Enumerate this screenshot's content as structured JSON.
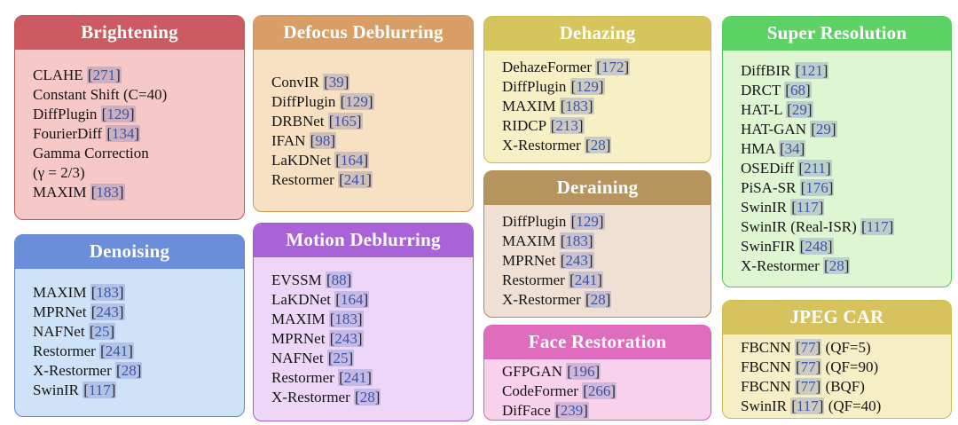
{
  "figure": {
    "background": "#ffffff"
  },
  "link_style": {
    "bracket_open": "[",
    "bracket_close": "]",
    "number_color": "#3b55a5",
    "highlight_color": "rgba(108,118,181,0.30)"
  },
  "boxes": [
    {
      "id": "brightening",
      "title": "Brightening",
      "colors": {
        "header": "#cb5b61",
        "body": "#f6c8c8",
        "border": "#c25158"
      },
      "items": [
        {
          "pre": "CLAHE ",
          "cite": "271",
          "post": ""
        },
        {
          "pre": "Constant Shift (C=40)",
          "cite": "",
          "post": ""
        },
        {
          "pre": "DiffPlugin ",
          "cite": "129",
          "post": ""
        },
        {
          "pre": "FourierDiff ",
          "cite": "134",
          "post": ""
        },
        {
          "pre": "Gamma Correction",
          "cite": "",
          "post": ""
        },
        {
          "pre": "(γ = 2/3)",
          "cite": "",
          "post": ""
        },
        {
          "pre": "MAXIM ",
          "cite": "183",
          "post": ""
        }
      ]
    },
    {
      "id": "denoising",
      "title": "Denoising",
      "colors": {
        "header": "#6a8ed9",
        "body": "#cfe3f8",
        "border": "#5f84d2"
      },
      "items": [
        {
          "pre": "MAXIM ",
          "cite": "183",
          "post": ""
        },
        {
          "pre": "MPRNet ",
          "cite": "243",
          "post": ""
        },
        {
          "pre": "NAFNet ",
          "cite": "25",
          "post": ""
        },
        {
          "pre": "Restormer ",
          "cite": "241",
          "post": ""
        },
        {
          "pre": "X-Restormer ",
          "cite": "28",
          "post": ""
        },
        {
          "pre": "SwinIR ",
          "cite": "117",
          "post": ""
        }
      ]
    },
    {
      "id": "defocus-deblurring",
      "title": "Defocus Deblurring",
      "colors": {
        "header": "#d99d66",
        "body": "#f8e0c3",
        "border": "#d2945c"
      },
      "items": [
        {
          "pre": "ConvIR ",
          "cite": "39",
          "post": ""
        },
        {
          "pre": "DiffPlugin ",
          "cite": "129",
          "post": ""
        },
        {
          "pre": "DRBNet ",
          "cite": "165",
          "post": ""
        },
        {
          "pre": "IFAN ",
          "cite": "98",
          "post": ""
        },
        {
          "pre": "LaKDNet ",
          "cite": "164",
          "post": ""
        },
        {
          "pre": "Restormer ",
          "cite": "241",
          "post": ""
        }
      ]
    },
    {
      "id": "motion-deblurring",
      "title": "Motion Deblurring",
      "colors": {
        "header": "#aa62d8",
        "body": "#eed6f9",
        "border": "#a25ad0"
      },
      "items": [
        {
          "pre": "EVSSM ",
          "cite": "88",
          "post": ""
        },
        {
          "pre": "LaKDNet ",
          "cite": "164",
          "post": ""
        },
        {
          "pre": "MAXIM ",
          "cite": "183",
          "post": ""
        },
        {
          "pre": "MPRNet ",
          "cite": "243",
          "post": ""
        },
        {
          "pre": "NAFNet ",
          "cite": "25",
          "post": ""
        },
        {
          "pre": "Restormer ",
          "cite": "241",
          "post": ""
        },
        {
          "pre": "X-Restormer ",
          "cite": "28",
          "post": ""
        }
      ]
    },
    {
      "id": "dehazing",
      "title": "Dehazing",
      "colors": {
        "header": "#d6c45c",
        "body": "#f7f0c5",
        "border": "#cdbb50"
      },
      "items": [
        {
          "pre": "DehazeFormer ",
          "cite": "172",
          "post": ""
        },
        {
          "pre": "DiffPlugin ",
          "cite": "129",
          "post": ""
        },
        {
          "pre": "MAXIM ",
          "cite": "183",
          "post": ""
        },
        {
          "pre": "RIDCP ",
          "cite": "213",
          "post": ""
        },
        {
          "pre": "X-Restormer ",
          "cite": "28",
          "post": ""
        }
      ]
    },
    {
      "id": "deraining",
      "title": "Deraining",
      "colors": {
        "header": "#b6945e",
        "body": "#f0e0d4",
        "border": "#ad8b54"
      },
      "items": [
        {
          "pre": "DiffPlugin ",
          "cite": "129",
          "post": ""
        },
        {
          "pre": "MAXIM ",
          "cite": "183",
          "post": ""
        },
        {
          "pre": "MPRNet ",
          "cite": "243",
          "post": ""
        },
        {
          "pre": "Restormer ",
          "cite": "241",
          "post": ""
        },
        {
          "pre": "X-Restormer ",
          "cite": "28",
          "post": ""
        }
      ]
    },
    {
      "id": "face-restoration",
      "title": "Face Restoration",
      "colors": {
        "header": "#e06cbe",
        "body": "#f8d1ed",
        "border": "#d960b4"
      },
      "items": [
        {
          "pre": "GFPGAN ",
          "cite": "196",
          "post": ""
        },
        {
          "pre": "CodeFormer ",
          "cite": "266",
          "post": ""
        },
        {
          "pre": "DifFace ",
          "cite": "239",
          "post": ""
        }
      ]
    },
    {
      "id": "super-resolution",
      "title": "Super Resolution",
      "colors": {
        "header": "#5cd364",
        "body": "#dff6d2",
        "border": "#50c95a"
      },
      "items": [
        {
          "pre": "DiffBIR ",
          "cite": "121",
          "post": ""
        },
        {
          "pre": "DRCT ",
          "cite": "68",
          "post": ""
        },
        {
          "pre": "HAT-L ",
          "cite": "29",
          "post": ""
        },
        {
          "pre": "HAT-GAN ",
          "cite": "29",
          "post": ""
        },
        {
          "pre": "HMA ",
          "cite": "34",
          "post": ""
        },
        {
          "pre": "OSEDiff ",
          "cite": "211",
          "post": ""
        },
        {
          "pre": "PiSA-SR ",
          "cite": "176",
          "post": ""
        },
        {
          "pre": "SwinIR ",
          "cite": "117",
          "post": ""
        },
        {
          "pre": "SwinIR (Real-ISR) ",
          "cite": "117",
          "post": ""
        },
        {
          "pre": "SwinFIR ",
          "cite": "248",
          "post": ""
        },
        {
          "pre": "X-Restormer ",
          "cite": "28",
          "post": ""
        }
      ]
    },
    {
      "id": "jpeg-car",
      "title": "JPEG CAR",
      "colors": {
        "header": "#d7c35e",
        "body": "#f6eec4",
        "border": "#cdb952"
      },
      "items": [
        {
          "pre": "FBCNN ",
          "cite": "77",
          "post": " (QF=5)"
        },
        {
          "pre": "FBCNN ",
          "cite": "77",
          "post": " (QF=90)"
        },
        {
          "pre": "FBCNN ",
          "cite": "77",
          "post": " (BQF)"
        },
        {
          "pre": "SwinIR ",
          "cite": "117",
          "post": " (QF=40)"
        }
      ]
    }
  ]
}
